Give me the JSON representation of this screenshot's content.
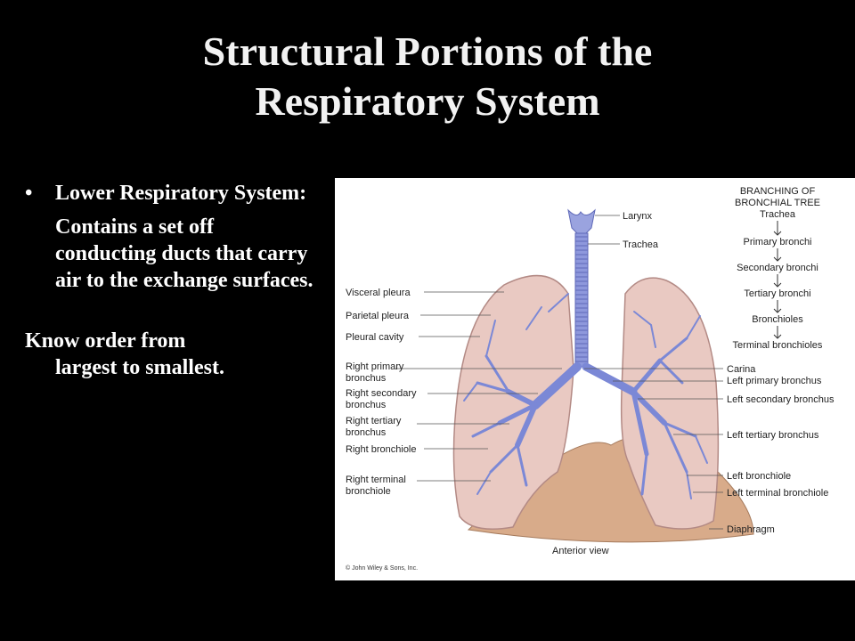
{
  "slide": {
    "title_line1": "Structural Portions of the",
    "title_line2": "Respiratory System",
    "bullet_title": "Lower Respiratory System:",
    "bullet_body": "Contains a set off conducting ducts that carry air to the exchange surfaces.",
    "note_line1": "Know order from",
    "note_line2": "largest to smallest."
  },
  "figure": {
    "left_labels": {
      "visceral_pleura": "Visceral pleura",
      "parietal_pleura": "Parietal pleura",
      "pleural_cavity": "Pleural cavity",
      "right_primary_1": "Right primary",
      "right_primary_2": "bronchus",
      "right_secondary_1": "Right secondary",
      "right_secondary_2": "bronchus",
      "right_tertiary_1": "Right tertiary",
      "right_tertiary_2": "bronchus",
      "right_bronchiole": "Right bronchiole",
      "right_terminal_1": "Right terminal",
      "right_terminal_2": "bronchiole"
    },
    "top_labels": {
      "larynx": "Larynx",
      "trachea": "Trachea"
    },
    "tree": {
      "heading1": "BRANCHING OF",
      "heading2": "BRONCHIAL TREE",
      "levels": [
        "Trachea",
        "Primary bronchi",
        "Secondary bronchi",
        "Tertiary bronchi",
        "Bronchioles",
        "Terminal bronchioles"
      ]
    },
    "right_labels": {
      "carina": "Carina",
      "left_primary": "Left primary bronchus",
      "left_secondary": "Left secondary bronchus",
      "left_tertiary": "Left tertiary bronchus",
      "left_bronchiole": "Left bronchiole",
      "left_terminal": "Left terminal bronchiole",
      "diaphragm": "Diaphragm"
    },
    "view_label": "Anterior view",
    "copyright": "© John Wiley & Sons, Inc.",
    "colors": {
      "lung": "#e9c9c2",
      "airway": "#7b88d6",
      "diaphragm": "#d8ab8a"
    }
  }
}
